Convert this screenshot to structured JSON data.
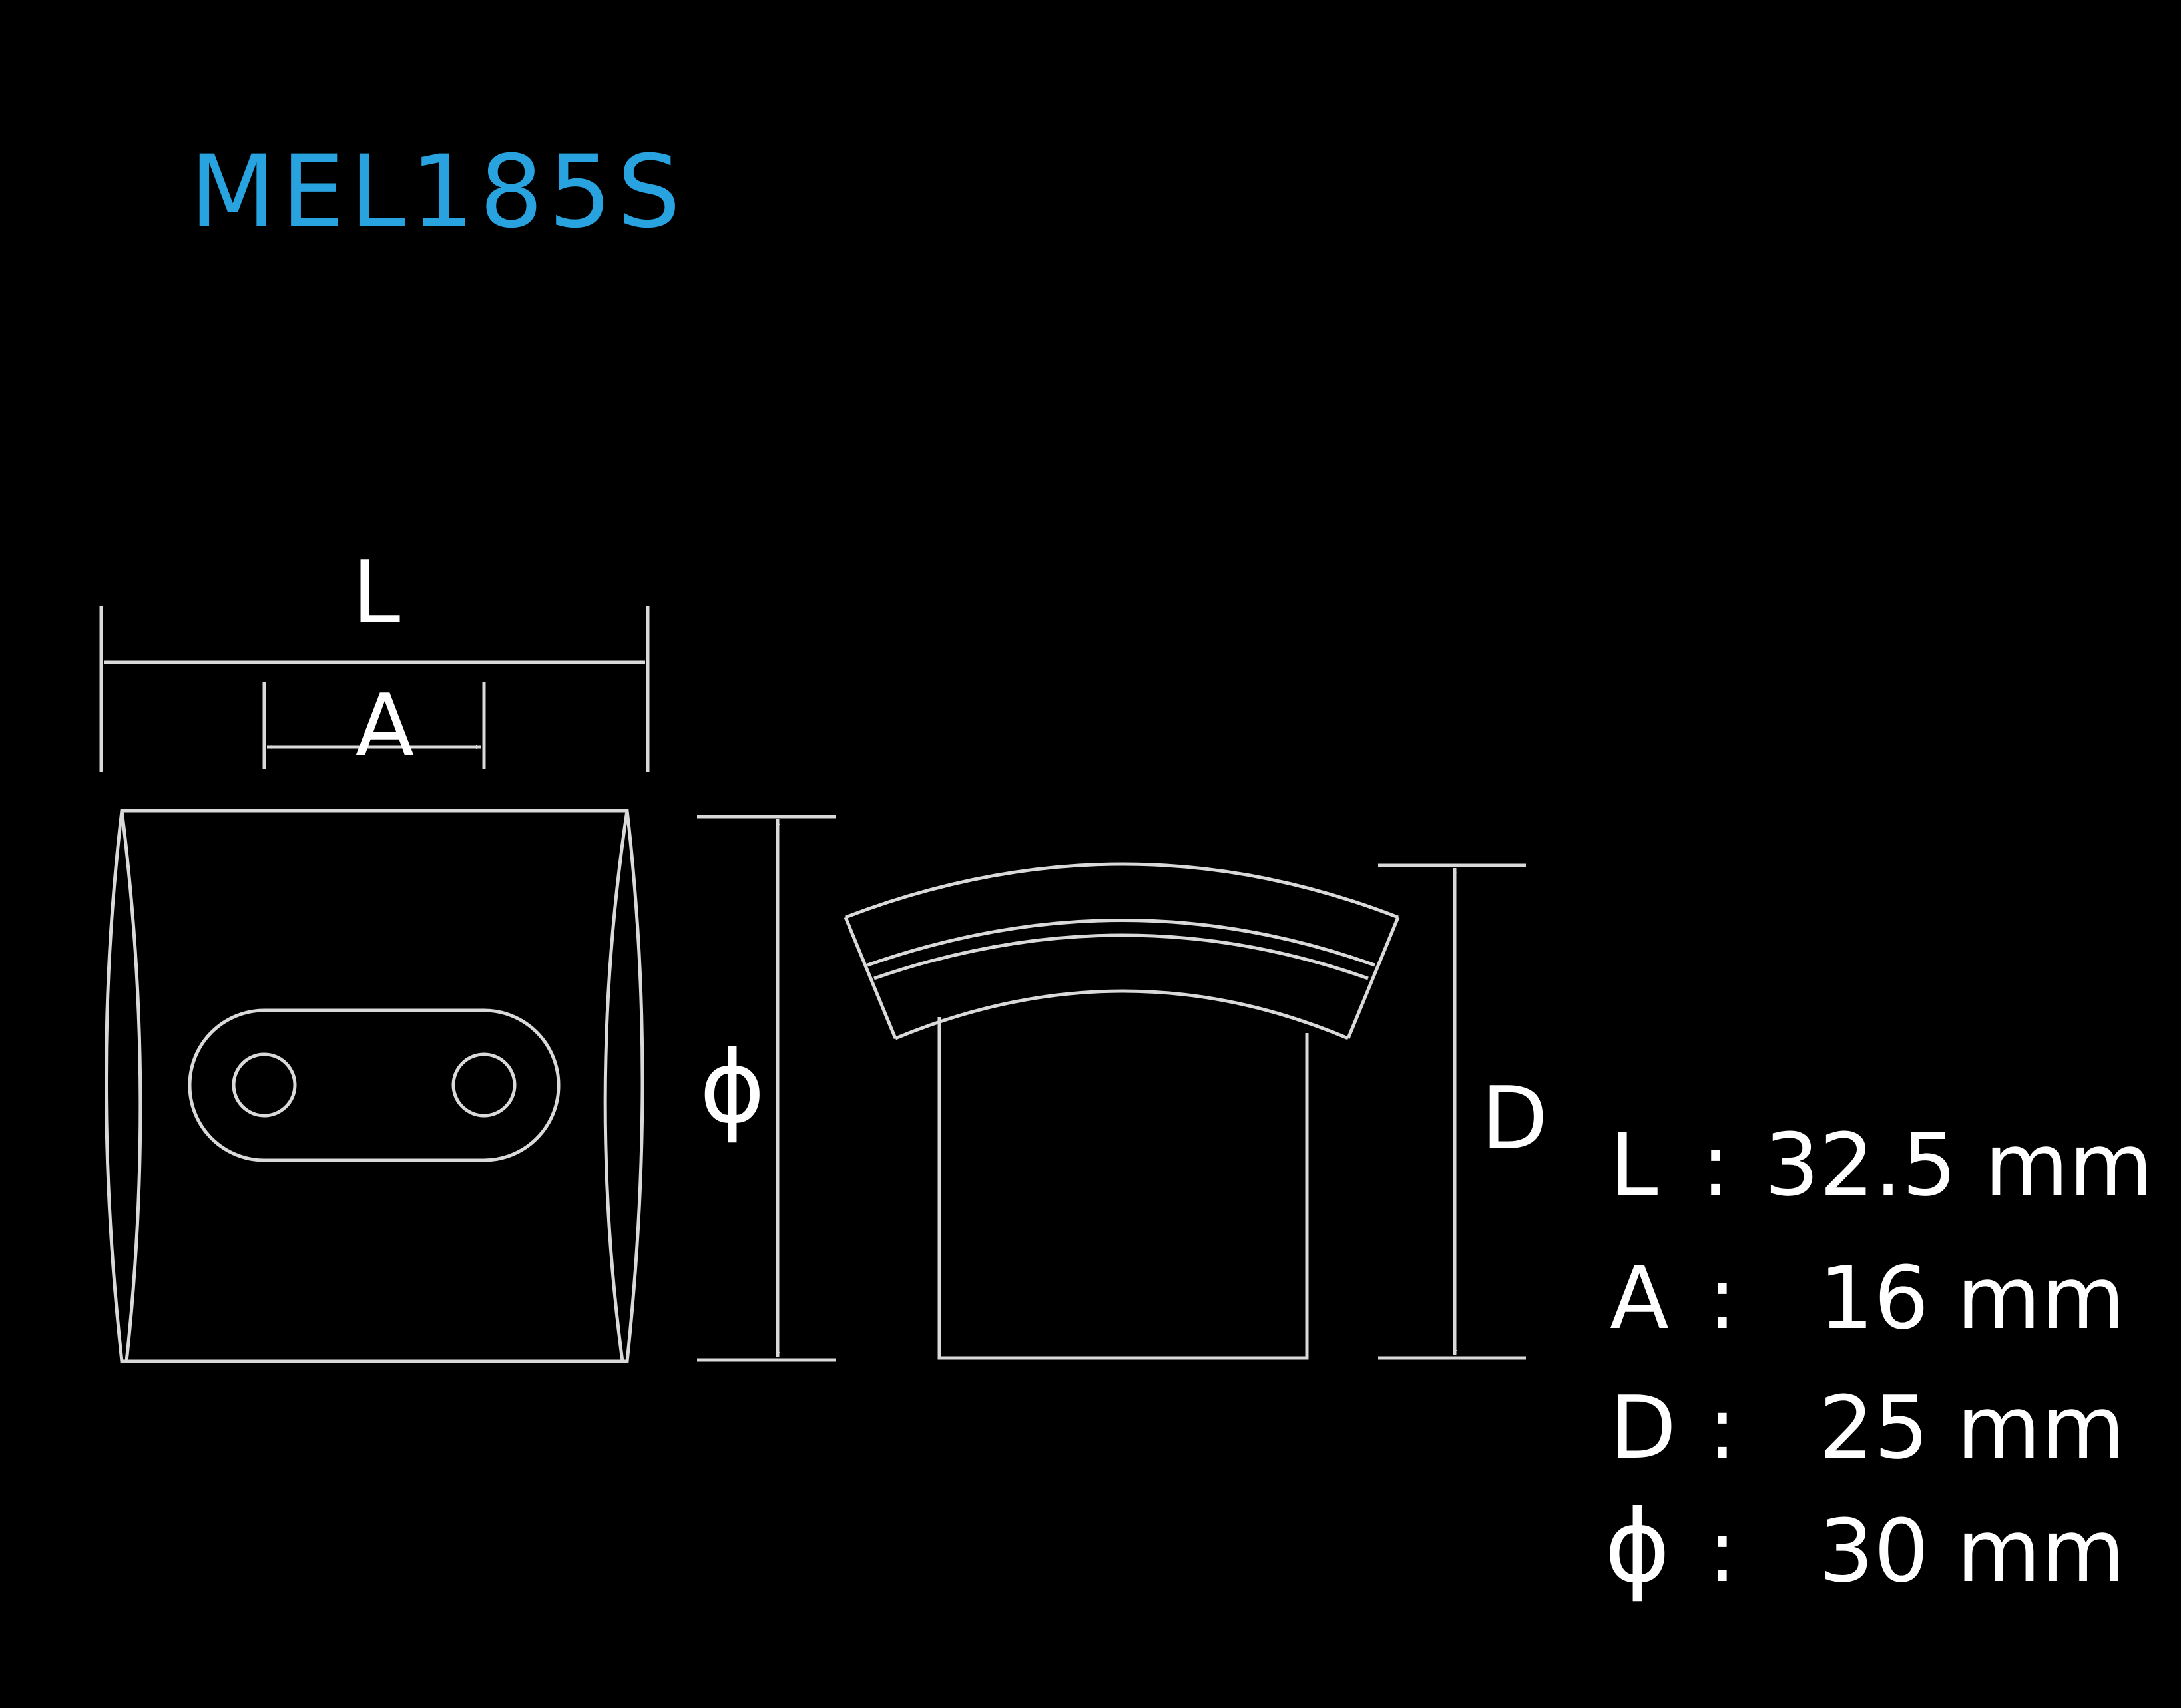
{
  "title": "MEL185S",
  "colors": {
    "background": "#000000",
    "title": "#29a3df",
    "lines": "#d9d9d9",
    "text": "#ffffff"
  },
  "labels": {
    "L": "L",
    "A": "A",
    "D": "D",
    "diameter": "ϕ"
  },
  "specs": [
    {
      "key": "L",
      "sep": ":",
      "value": "32.5 mm"
    },
    {
      "key": "A",
      "sep": ":",
      "value": "16 mm"
    },
    {
      "key": "D",
      "sep": ":",
      "value": "25 mm"
    },
    {
      "key": "ϕ",
      "sep": ":",
      "value": "30 mm"
    }
  ]
}
